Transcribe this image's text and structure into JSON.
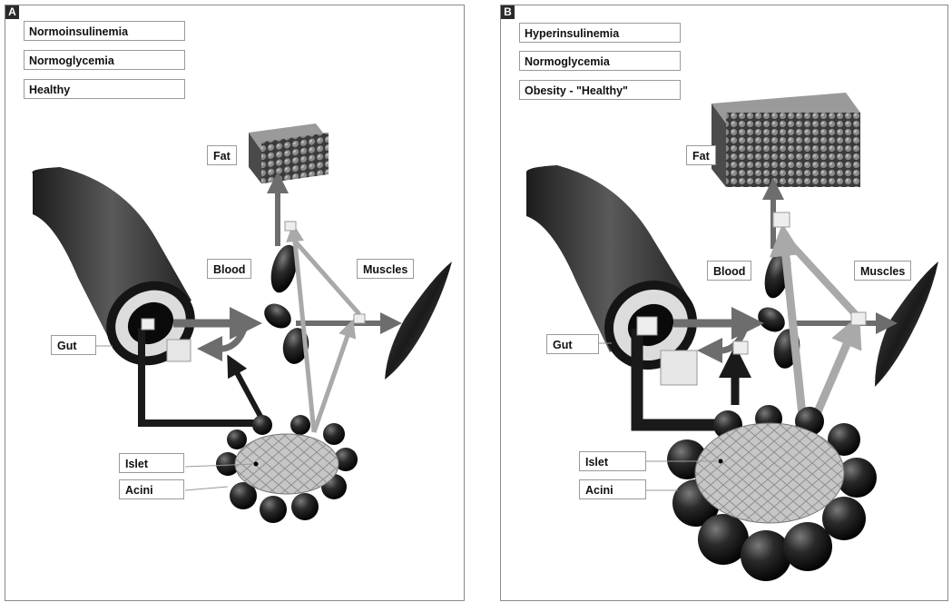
{
  "panels": [
    {
      "tag": "A",
      "states": [
        "Normoinsulinemia",
        "Normoglycemia",
        "Healthy"
      ],
      "labels": {
        "fat": "Fat",
        "blood": "Blood",
        "muscles": "Muscles",
        "gut": "Gut",
        "islet": "Islet",
        "acini": "Acini"
      }
    },
    {
      "tag": "B",
      "states": [
        "Hyperinsulinemia",
        "Normoglycemia",
        "Obesity - \"Healthy\""
      ],
      "labels": {
        "fat": "Fat",
        "blood": "Blood",
        "muscles": "Muscles",
        "gut": "Gut",
        "islet": "Islet",
        "acini": "Acini"
      }
    }
  ],
  "colors": {
    "glucose_arrow": "#6d6d6d",
    "insulin_arrow": "#a9a9a9",
    "incretin_arrow": "#1a1a1a",
    "organ_dark": "#2b2b2b"
  }
}
